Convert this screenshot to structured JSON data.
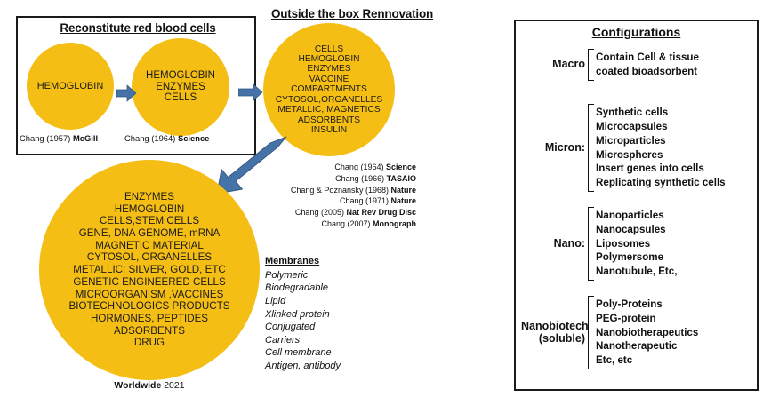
{
  "figure": {
    "background": "#ffffff",
    "circle_fill": "#F5BE15",
    "arrow_color": "#4573A7",
    "outline_color": "#1a1a1a"
  },
  "reconstitute_box": {
    "title": "Reconstitute red blood cells",
    "circles": [
      {
        "lines": [
          "HEMOGLOBIN"
        ],
        "caption_plain": "Chang (1957) ",
        "caption_bold": "McGill"
      },
      {
        "lines": [
          "HEMOGLOBIN",
          "ENZYMES",
          "CELLS"
        ],
        "caption_plain": "Chang (1964) ",
        "caption_bold": "Science"
      }
    ]
  },
  "outside_box": {
    "title": "Outside the box Rennovation",
    "circle_lines": [
      "CELLS",
      "HEMOGLOBIN",
      "ENZYMES",
      "VACCINE",
      "COMPARTMENTS",
      "CYTOSOL,ORGANELLES",
      "METALLIC, MAGNETICS",
      "ADSORBENTS",
      "INSULIN"
    ],
    "references": [
      {
        "plain": "Chang (1964) ",
        "bold": "Science"
      },
      {
        "plain": "Chang (1966) ",
        "bold": "TASAIO"
      },
      {
        "plain": "Chang & Poznansky (1968) ",
        "bold": "Nature"
      },
      {
        "plain": "Chang (1971) ",
        "bold": "Nature"
      },
      {
        "plain": "Chang (2005) ",
        "bold": "Nat Rev Drug Disc"
      },
      {
        "plain": "Chang (2007) ",
        "bold": "Monograph"
      }
    ]
  },
  "worldwide": {
    "circle_lines": [
      "ENZYMES",
      "HEMOGLOBIN",
      "CELLS,STEM CELLS",
      "GENE, DNA GENOME, mRNA",
      "MAGNETIC MATERIAL",
      "CYTOSOL, ORGANELLES",
      "METALLIC: SILVER, GOLD, ETC",
      "GENETIC ENGINEERED  CELLS",
      "MICROORGANISM ,VACCINES",
      "BIOTECHNOLOGICS PRODUCTS",
      "HORMONES, PEPTIDES",
      "ADSORBENTS",
      "DRUG"
    ],
    "caption_bold": "Worldwide",
    "caption_plain": " 2021"
  },
  "membranes": {
    "heading": "Membranes",
    "items": [
      "Polymeric",
      "Biodegradable",
      "Lipid",
      "Xlinked protein",
      "Conjugated",
      "Carriers",
      "Cell membrane",
      "Antigen, antibody"
    ]
  },
  "configurations": {
    "title": "Configurations",
    "groups": [
      {
        "label": "Macro",
        "items": [
          "Contain Cell & tissue",
          "coated bioadsorbent"
        ]
      },
      {
        "label": "Micron:",
        "items": [
          "Synthetic cells",
          "Microcapsules",
          "Microparticles",
          "Microspheres",
          "Insert genes into cells",
          "Replicating synthetic cells"
        ]
      },
      {
        "label": "Nano:",
        "items": [
          "Nanoparticles",
          "Nanocapsules",
          "Liposomes",
          "Polymersome",
          "Nanotubule, Etc,"
        ]
      },
      {
        "label": "Nanobiotech\n(soluble)",
        "items": [
          "Poly-Proteins",
          "PEG-protein",
          "Nanobiotherapeutics",
          "Nanotherapeutic",
          "Etc, etc"
        ]
      }
    ]
  }
}
